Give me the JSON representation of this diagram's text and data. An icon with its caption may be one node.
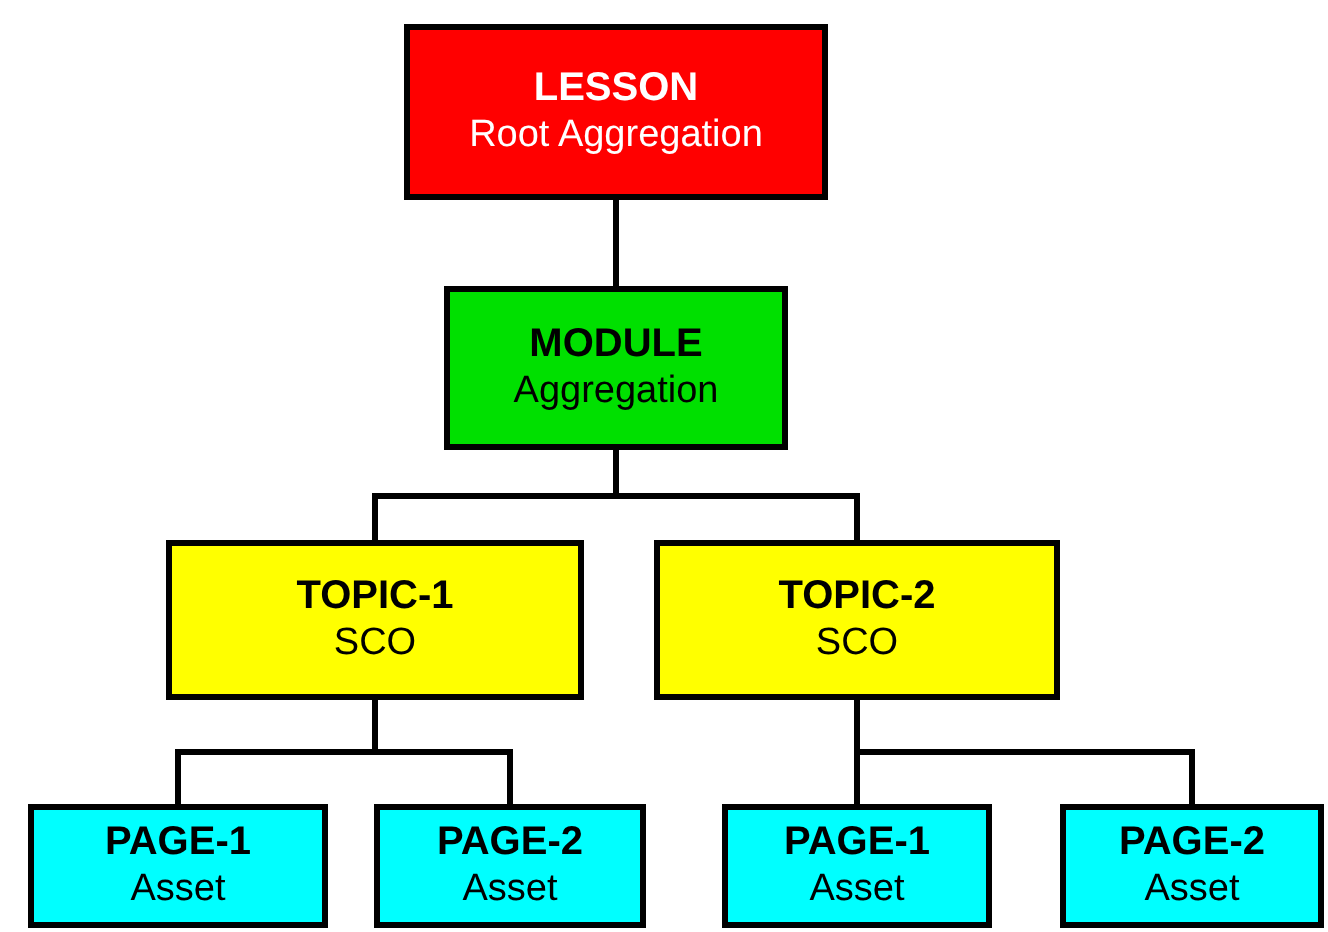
{
  "diagram": {
    "nodes": [
      {
        "text": [
          "LESSON",
          "Root Aggregation"
        ]
      },
      {
        "text": [
          "MODULE",
          "Aggregation"
        ]
      },
      {
        "text": [
          "TOPIC-1",
          "SCO"
        ]
      },
      {
        "text": [
          "TOPIC-2",
          "SCO"
        ]
      },
      {
        "text": [
          "PAGE-1",
          "Asset"
        ]
      },
      {
        "text": [
          "PAGE-2",
          "Asset"
        ]
      },
      {
        "text": [
          "PAGE-1",
          "Asset"
        ]
      },
      {
        "text": [
          "PAGE-2",
          "Asset"
        ]
      }
    ],
    "edges": [
      {
        "from": 0,
        "to": 1,
        "arrow": "none"
      },
      {
        "from": 1,
        "to": 2,
        "arrow": "none"
      },
      {
        "from": 1,
        "to": 3,
        "arrow": "none"
      },
      {
        "from": 2,
        "to": 4,
        "arrow": "none"
      },
      {
        "from": 2,
        "to": 5,
        "arrow": "none"
      },
      {
        "from": 3,
        "to": 6,
        "arrow": "none"
      },
      {
        "from": 3,
        "to": 7,
        "arrow": "none"
      }
    ]
  }
}
